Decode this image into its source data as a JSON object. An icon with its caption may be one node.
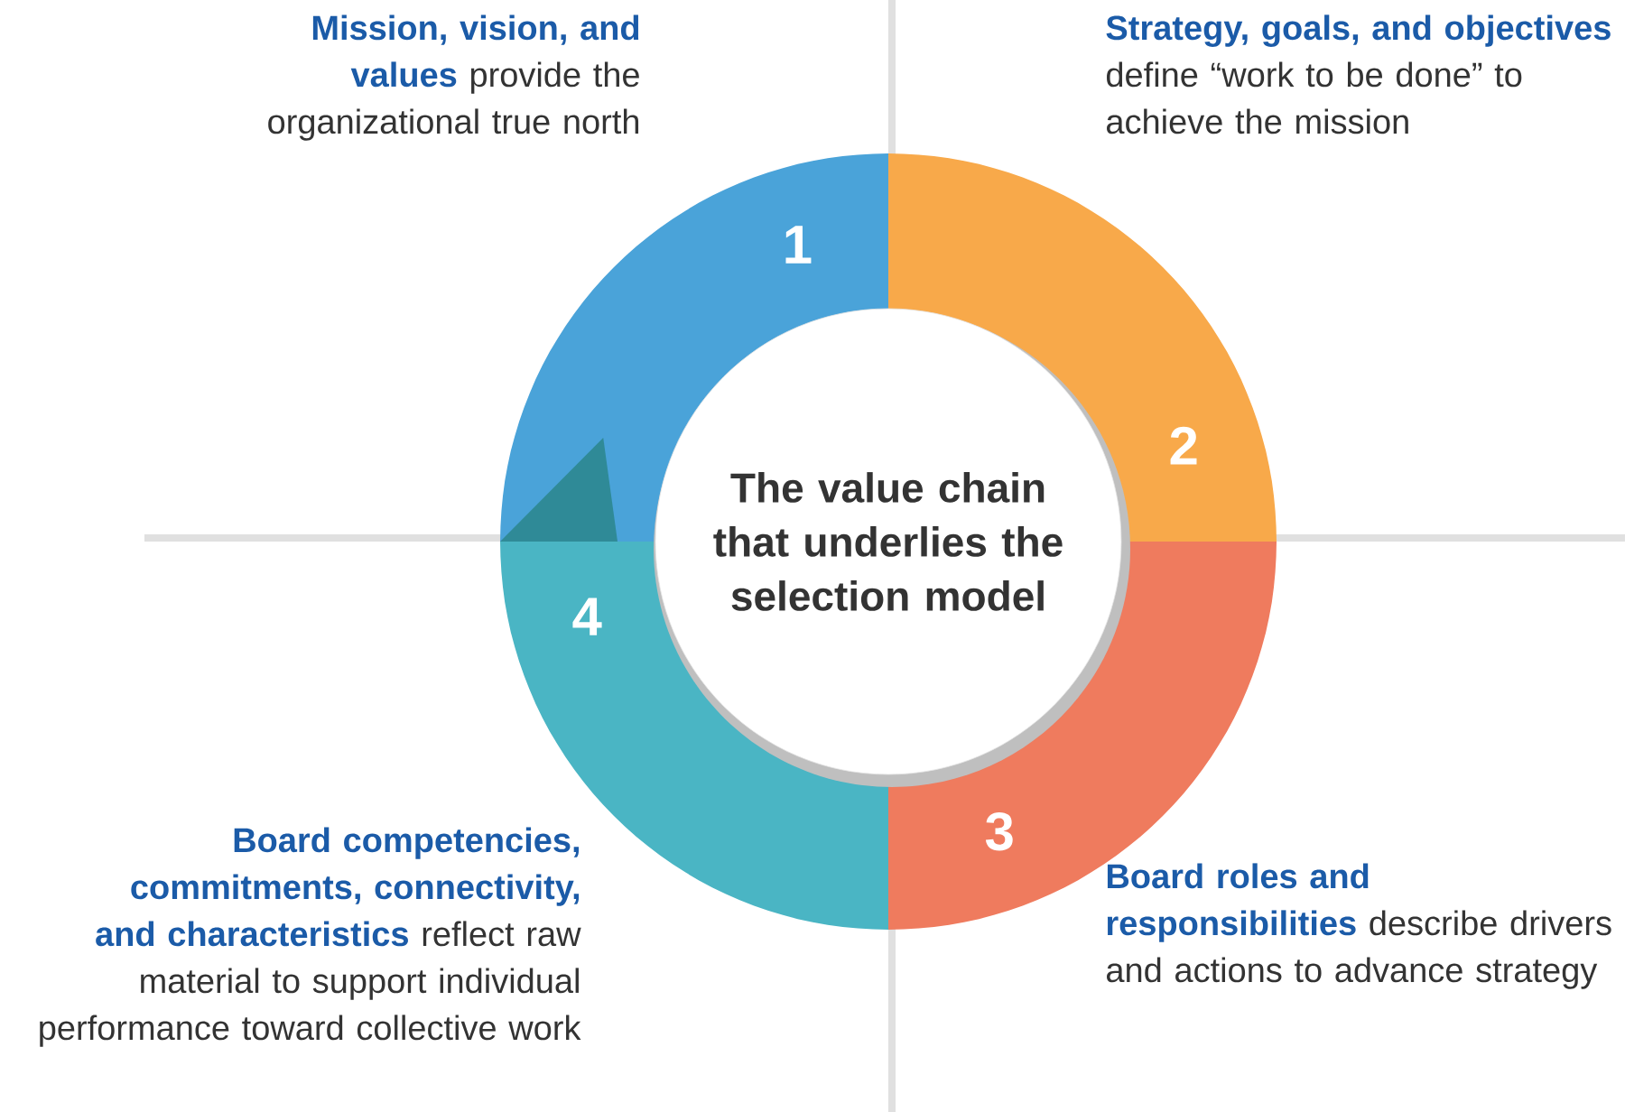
{
  "diagram": {
    "nodes": [
      {
        "text": [
          "The value chain that underlies the selection model"
        ]
      },
      {
        "text": [
          "1"
        ]
      },
      {
        "text": [
          "2"
        ]
      },
      {
        "text": [
          "3"
        ]
      },
      {
        "text": [
          "4"
        ]
      }
    ],
    "labels": [
      "**Mission, vision, and values** provide the organizational true north",
      "**Strategy, goals, and objectives** define “work to be done” to achieve the mission",
      "**Board roles and responsibilities** describe drivers and actions to advance strategy",
      "**Board competencies, commitments, connectivity, and characteristics** reflect raw material to support individual performance toward collective work"
    ]
  }
}
